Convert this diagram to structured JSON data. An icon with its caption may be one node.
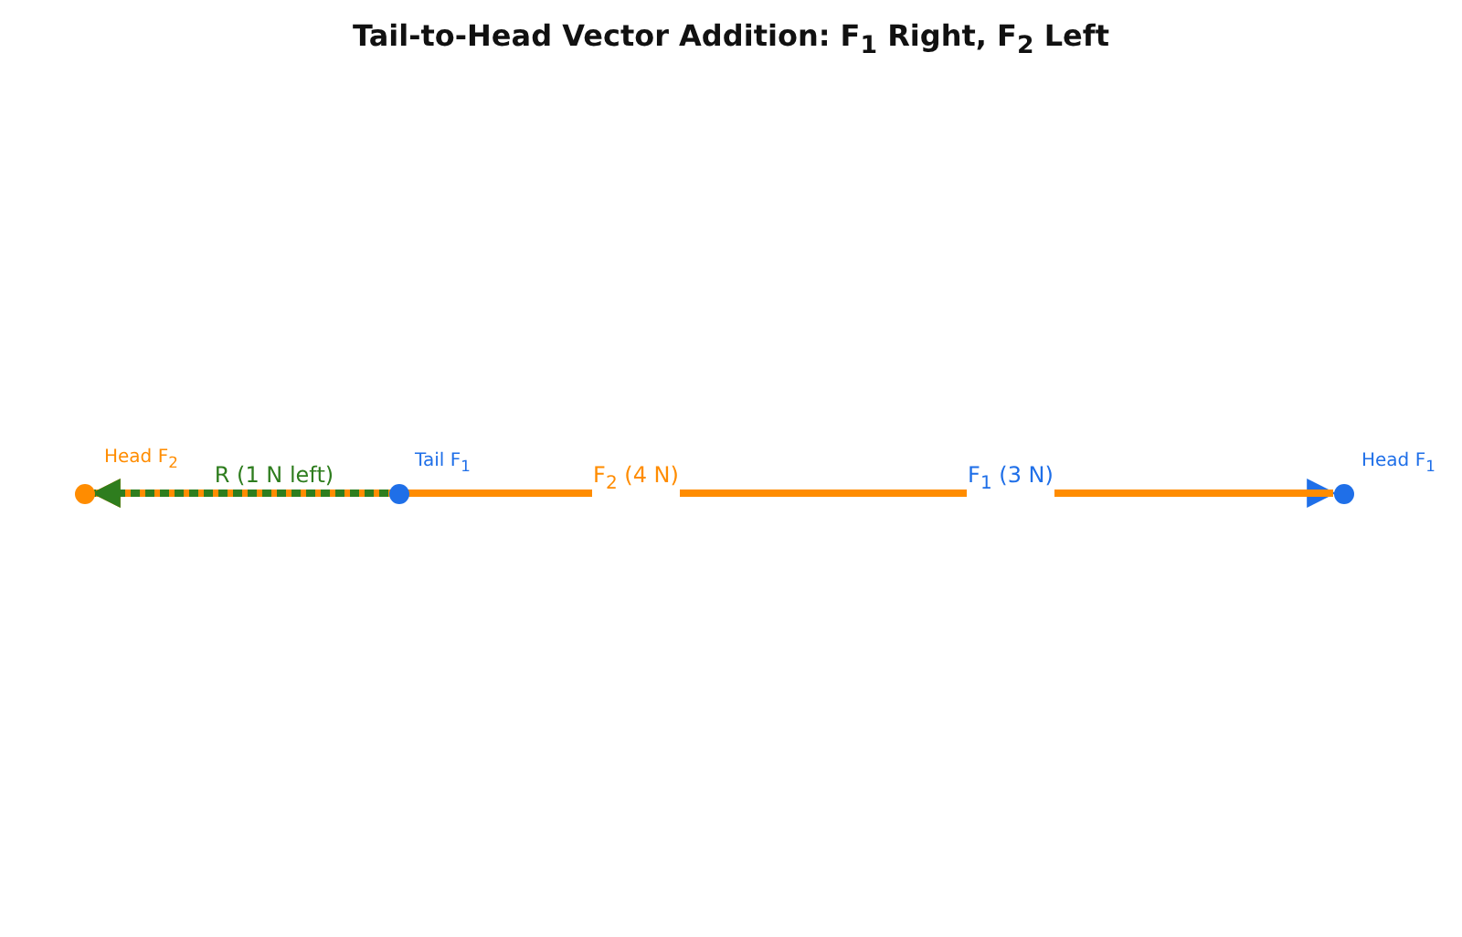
{
  "diagram": {
    "title": "Tail-to-Head Vector Addition: F$_{1}$ Right, F$_{2}$ Left",
    "nodes": [
      {
        "text": [],
        "shape": "circle",
        "beside": [
          "Head F$_{2}$"
        ]
      },
      {
        "text": [],
        "shape": "circle",
        "beside": [
          "Tail F$_{1}$"
        ]
      },
      {
        "text": [],
        "shape": "circle",
        "beside": [
          "Head F$_{1}$"
        ]
      }
    ],
    "edges": [
      {
        "from": 1,
        "to": 2,
        "arrow": "to",
        "label": "F$_{1}$ (3 N)",
        "color": "#1f6fe8"
      },
      {
        "from": 2,
        "to": 0,
        "arrow": "to",
        "label": "F$_{2}$ (4 N)",
        "color": "#ff8c00"
      },
      {
        "from": 1,
        "to": 0,
        "arrow": "to",
        "label": "R (1 N left)",
        "style": "dashed",
        "color": "#2e7d1e"
      }
    ]
  }
}
